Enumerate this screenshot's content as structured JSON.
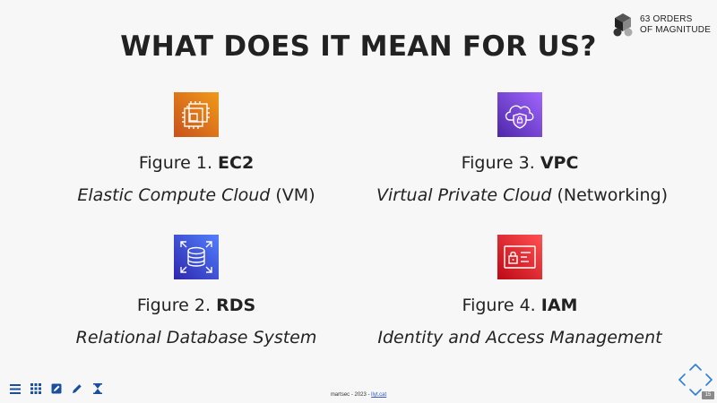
{
  "logo": {
    "line1": "63 ORDERS",
    "line2": "OF MAGNITUDE"
  },
  "title": "WHAT DOES IT MEAN FOR US?",
  "cards": [
    {
      "figure_prefix": "Figure 1. ",
      "service": "EC2",
      "desc_italic": "Elastic Compute Cloud",
      "desc_plain": " (VM)",
      "icon": "ec2-chip-icon",
      "color": "#e7791b"
    },
    {
      "figure_prefix": "Figure 3. ",
      "service": "VPC",
      "desc_italic": "Virtual Private Cloud",
      "desc_plain": " (Networking)",
      "icon": "vpc-cloud-shield-icon",
      "color": "#8a4fe0"
    },
    {
      "figure_prefix": "Figure 2. ",
      "service": "RDS",
      "desc_italic": "Relational Database System",
      "desc_plain": "",
      "icon": "rds-database-icon",
      "color": "#3f5fe0"
    },
    {
      "figure_prefix": "Figure 4. ",
      "service": "IAM",
      "desc_italic": "Identity and Access Management",
      "desc_plain": "",
      "icon": "iam-id-card-icon",
      "color": "#dd3a3a"
    }
  ],
  "toolbar": [
    {
      "icon": "menu-icon"
    },
    {
      "icon": "grid-icon"
    },
    {
      "icon": "edit-box-icon"
    },
    {
      "icon": "pencil-icon"
    },
    {
      "icon": "hourglass-icon"
    }
  ],
  "footer": {
    "text": "martsec - 2023 - ",
    "link": "llyt.cat"
  },
  "page_number": "15",
  "colors": {
    "toolbar": "#1a4fa0",
    "nav": "#2c7fd6"
  }
}
